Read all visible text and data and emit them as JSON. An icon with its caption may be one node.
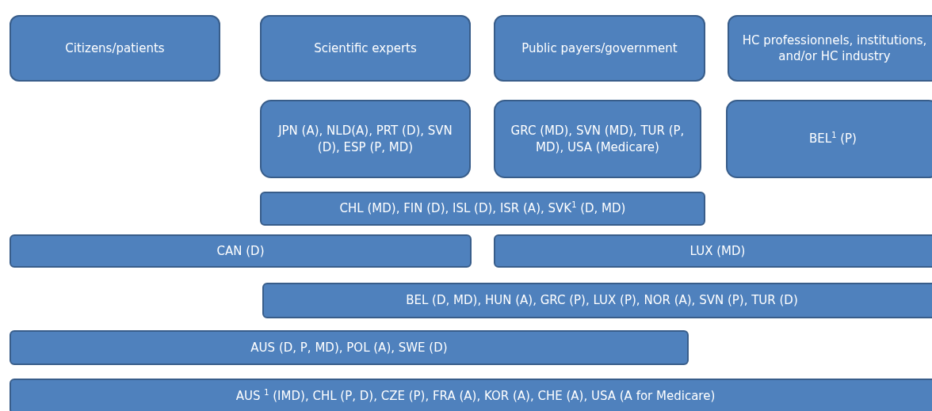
{
  "diagram": {
    "nodes": [
      {
        "text": [
          "Citizens/patients"
        ]
      },
      {
        "text": [
          "Scientific experts"
        ]
      },
      {
        "text": [
          "Public payers/government"
        ]
      },
      {
        "text": [
          "HC professionnels, institutions, and/or HC industry"
        ]
      },
      {
        "text": [
          "JPN (A), NLD(A), PRT (D), SVN (D),  ESP (P, MD)"
        ]
      },
      {
        "text": [
          "GRC (MD), SVN (MD), TUR (P, MD), USA (Medicare)"
        ]
      },
      {
        "text": [
          "BEL$^{1}$ (P)"
        ]
      },
      {
        "text": [
          "CHL (MD), FIN (D), ISL (D), ISR (A), SVK$^{1}$ (D, MD)"
        ]
      },
      {
        "text": [
          "CAN (D)"
        ]
      },
      {
        "text": [
          "LUX (MD)"
        ]
      },
      {
        "text": [
          "BEL (D, MD), HUN (A), GRC (P), LUX (P), NOR (A), SVN (P), TUR (D)"
        ]
      },
      {
        "text": [
          "AUS (D, P, MD), POL (A), SWE (D)"
        ]
      },
      {
        "text": [
          "AUS $^{1}$ (IMD), CHL (P, D), CZE (P), FRA (A), KOR (A), CHE (A), USA (A for Medicare)"
        ]
      }
    ]
  }
}
